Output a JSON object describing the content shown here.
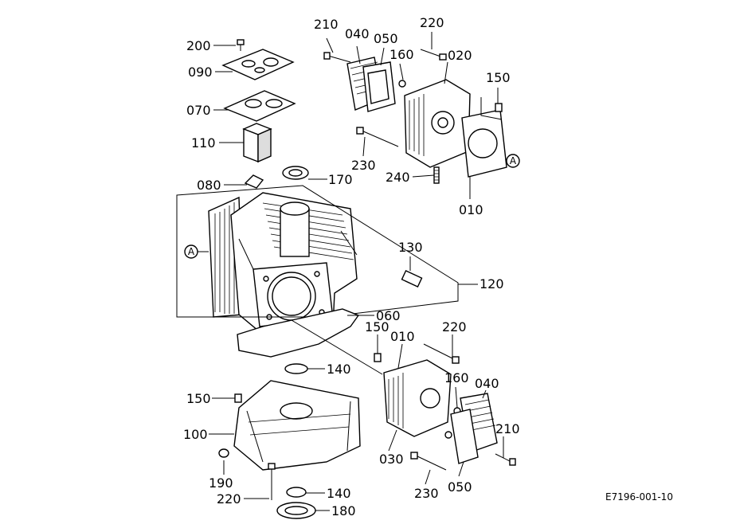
{
  "diagram": {
    "reference_code": "E7196-001-10",
    "callout_A": "A",
    "labels": [
      {
        "id": "200_top",
        "text": "200"
      },
      {
        "id": "090",
        "text": "090"
      },
      {
        "id": "070",
        "text": "070"
      },
      {
        "id": "110",
        "text": "110"
      },
      {
        "id": "080",
        "text": "080"
      },
      {
        "id": "170",
        "text": "170"
      },
      {
        "id": "210_top",
        "text": "210"
      },
      {
        "id": "040_top",
        "text": "040"
      },
      {
        "id": "050_top",
        "text": "050"
      },
      {
        "id": "160_top",
        "text": "160"
      },
      {
        "id": "220_top",
        "text": "220"
      },
      {
        "id": "020",
        "text": "020"
      },
      {
        "id": "150_top",
        "text": "150"
      },
      {
        "id": "230_top",
        "text": "230"
      },
      {
        "id": "240",
        "text": "240"
      },
      {
        "id": "010_top",
        "text": "010"
      },
      {
        "id": "130",
        "text": "130"
      },
      {
        "id": "120",
        "text": "120"
      },
      {
        "id": "060",
        "text": "060"
      },
      {
        "id": "150_mid",
        "text": "150"
      },
      {
        "id": "010_mid",
        "text": "010"
      },
      {
        "id": "220_mid",
        "text": "220"
      },
      {
        "id": "140_top",
        "text": "140"
      },
      {
        "id": "160_bot",
        "text": "160"
      },
      {
        "id": "040_bot",
        "text": "040"
      },
      {
        "id": "150_left",
        "text": "150"
      },
      {
        "id": "100",
        "text": "100"
      },
      {
        "id": "210_bot",
        "text": "210"
      },
      {
        "id": "030",
        "text": "030"
      },
      {
        "id": "190",
        "text": "190"
      },
      {
        "id": "220_bot",
        "text": "220"
      },
      {
        "id": "230_bot",
        "text": "230"
      },
      {
        "id": "050_bot",
        "text": "050"
      },
      {
        "id": "140_bot",
        "text": "140"
      },
      {
        "id": "180",
        "text": "180"
      }
    ]
  }
}
